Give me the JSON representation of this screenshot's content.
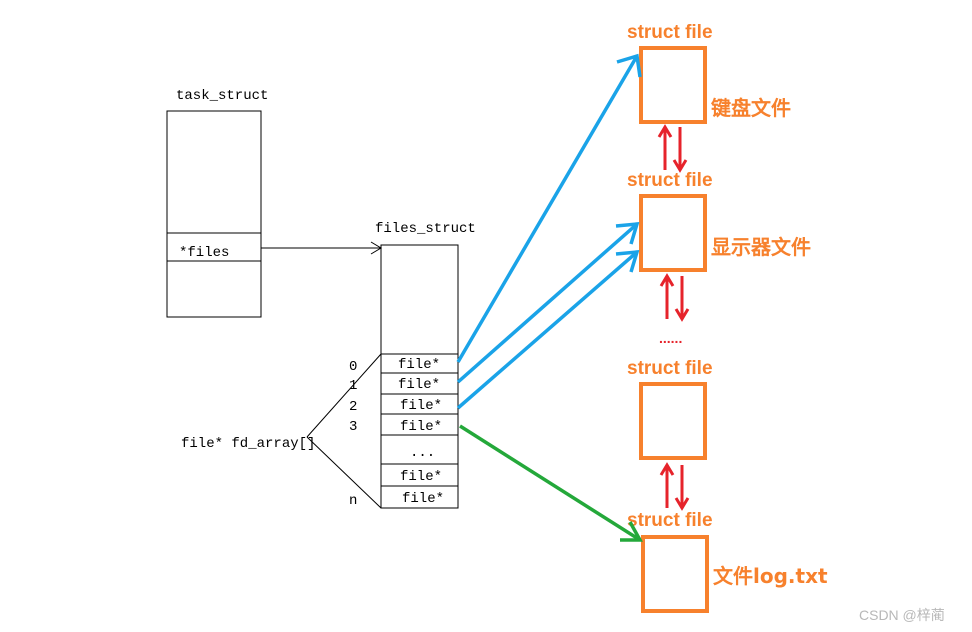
{
  "colors": {
    "orange": "#f7812d",
    "blue": "#1aa3e8",
    "green": "#24a83a",
    "red": "#e6232b",
    "line": "#000000"
  },
  "task_struct": {
    "title": "task_struct",
    "files_field": "*files"
  },
  "files_struct": {
    "title": "files_struct",
    "cells": [
      "file*",
      "file*",
      "file*",
      "file*",
      "...",
      "file*",
      "file*"
    ]
  },
  "fd_indices": [
    "0",
    "1",
    "2",
    "3",
    "n"
  ],
  "fd_array_label": "file* fd_array[]",
  "struct_files": [
    {
      "title": "struct file",
      "label": "键盘文件"
    },
    {
      "title": "struct file",
      "label": "显示器文件"
    },
    {
      "title": "struct file",
      "label": ""
    },
    {
      "title": "struct file",
      "label": "文件log.txt"
    }
  ],
  "ellipsis_text": "......",
  "watermark": "CSDN @梓蔺"
}
